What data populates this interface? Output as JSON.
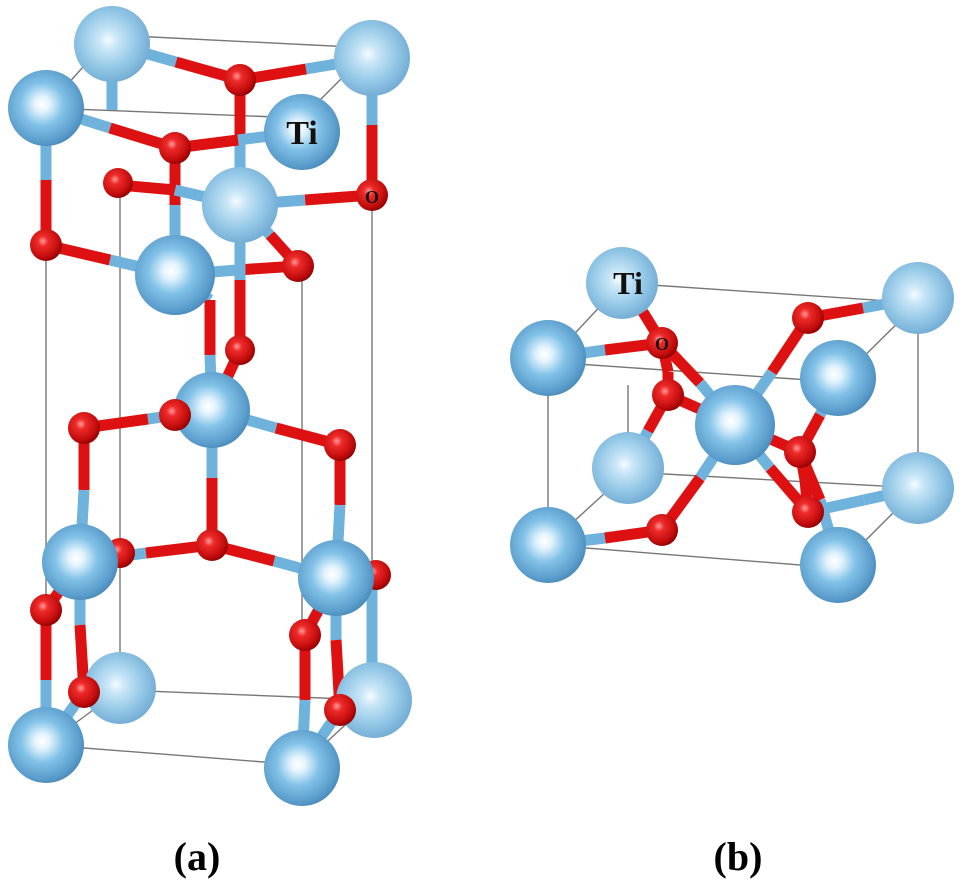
{
  "panels": [
    {
      "id": "a",
      "caption": "(a)",
      "labels": {
        "ti": "Ti",
        "o": "O"
      }
    },
    {
      "id": "b",
      "caption": "(b)",
      "labels": {
        "ti": "Ti",
        "o": "O"
      }
    }
  ],
  "colors": {
    "titanium": "#6fb3dd",
    "oxygen": "#dd1111",
    "cell_edge": "#777777",
    "label": "#111111"
  }
}
